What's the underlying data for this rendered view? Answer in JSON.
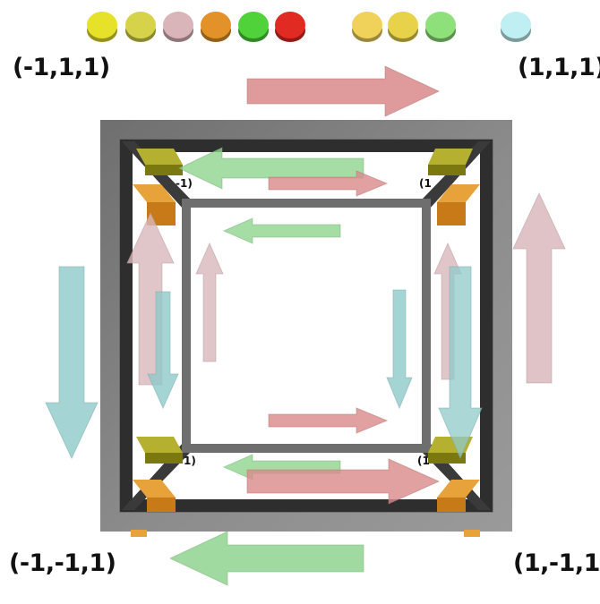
{
  "corner_labels": {
    "top_left": "(-1,1,1)",
    "top_right": "(1,1,1)",
    "bottom_left": "(-1,-1,1)",
    "bottom_right": "(1,-1,1)"
  },
  "inner_corner_fragments": {
    "top_left": "-1)",
    "top_right": "(1",
    "bottom_left": "1)",
    "bottom_right": "(1"
  },
  "palette_dots": [
    "#e6e22a",
    "#d6d24a",
    "#d9b4b8",
    "#e3922a",
    "#4fd23a",
    "#e02a22",
    "#f0d25a",
    "#e8d24a",
    "#8ee07a",
    "#bfeff2"
  ],
  "colors": {
    "frame": "#7d7d7d",
    "frame_dark": "#2a2a2a",
    "arrow_red": "#d98a8a",
    "arrow_green": "#8fd48f",
    "arrow_pink": "#d9b8bc",
    "arrow_cyan": "#8fc9c9",
    "block_olive": "#8f8a10",
    "block_orange": "#e39a2a"
  }
}
